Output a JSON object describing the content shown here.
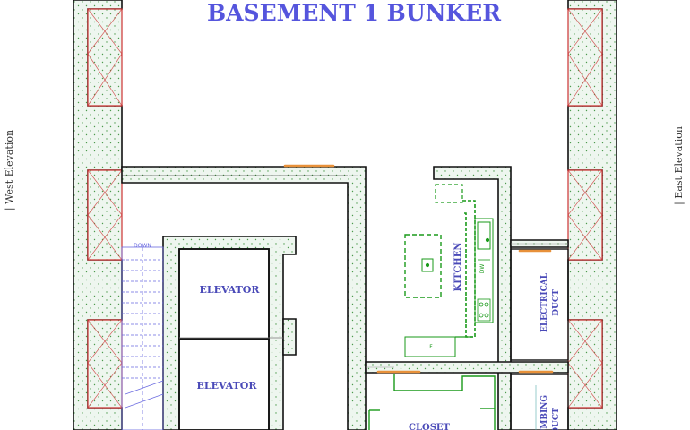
{
  "title": "BASEMENT 1 BUNKER",
  "labels": {
    "west_elevation": "| West Elevation",
    "east_elevation": "| East Elevation",
    "elevator_upper": "ELEVATOR",
    "elevator_lower": "ELEVATOR",
    "kitchen": "KITCHEN",
    "closet": "CLOSET",
    "electrical_duct_line1": "ELECTRICAL",
    "electrical_duct_line2": "DUCT",
    "plumbing_duct_line1": "PLUMBING",
    "plumbing_duct_line2": "DUCT",
    "stair_direction": "DOWN",
    "dishwasher": "DW",
    "fridge": "F"
  },
  "colors": {
    "title": "#5555dd",
    "room_label": "#4a4ab8",
    "wall": "#111111",
    "kitchen_fixture": "#1a9a1a",
    "wall_hatch_fill": "#eef6ef",
    "hatch_line": "#cc3333",
    "door": "#e8913a",
    "stair": "#6a6ae0"
  }
}
